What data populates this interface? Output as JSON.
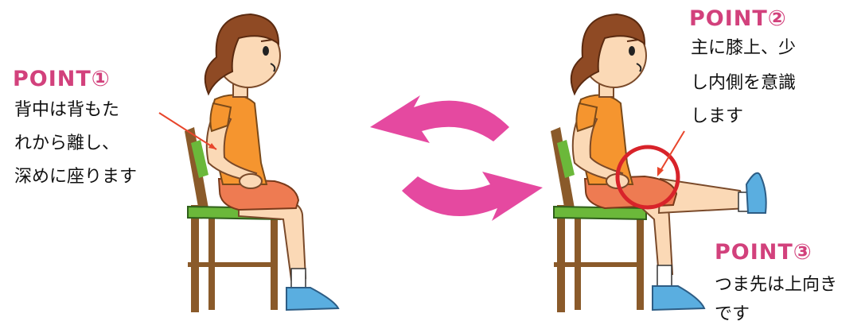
{
  "top_caption": "",
  "point1": {
    "title": "POINT①",
    "lines": [
      "背中は背もた",
      "れから離し、",
      "深めに座ります"
    ]
  },
  "point2": {
    "title": "POINT②",
    "lines": [
      "主に膝上、少",
      "し内側を意識",
      "します"
    ]
  },
  "point3": {
    "title": "POINT③",
    "lines": [
      "つま先は上向き",
      "です"
    ]
  },
  "colors": {
    "point_title": "#d2417c",
    "arrow_pink": "#e0298f",
    "shirt": "#f5952f",
    "shorts": "#ee7b52",
    "hair": "#8f4a24",
    "skin": "#fbd9b6",
    "chair_wood": "#8a5a2a",
    "chair_seat": "#6bb83a",
    "shoe": "#5aaee0",
    "highlight_circle": "#d8232a",
    "pointer_line": "#e8452b"
  }
}
